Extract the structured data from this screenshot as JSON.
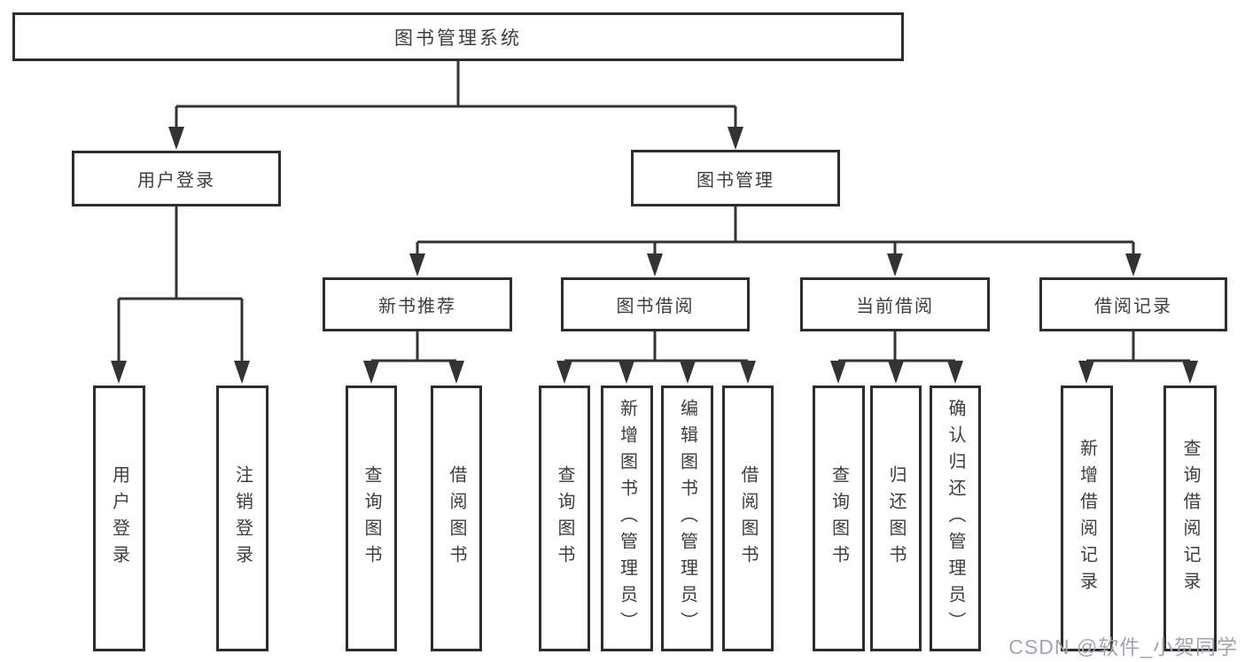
{
  "diagram": {
    "root": {
      "label": "图书管理系统"
    },
    "branches": [
      {
        "label": "用户登录",
        "children": [
          {
            "label": "用户登录"
          },
          {
            "label": "注销登录"
          }
        ]
      },
      {
        "label": "图书管理",
        "children": [
          {
            "label": "新书推荐",
            "children": [
              {
                "label": "查询图书"
              },
              {
                "label": "借阅图书"
              }
            ]
          },
          {
            "label": "图书借阅",
            "children": [
              {
                "label": "查询图书"
              },
              {
                "label": "新增图书（管理员）"
              },
              {
                "label": "编辑图书（管理员）"
              },
              {
                "label": "借阅图书"
              }
            ]
          },
          {
            "label": "当前借阅",
            "children": [
              {
                "label": "查询图书"
              },
              {
                "label": "归还图书"
              },
              {
                "label": "确认归还（管理员）"
              }
            ]
          },
          {
            "label": "借阅记录",
            "children": [
              {
                "label": "新增借阅记录"
              },
              {
                "label": "查询借阅记录"
              }
            ]
          }
        ]
      }
    ]
  },
  "watermark": {
    "text": "CSDN @软件_小贺同学"
  },
  "colors": {
    "line": "#333333",
    "box_border": "#2d2d2d",
    "box_fill": "#ffffff",
    "text": "#3d3d3d",
    "watermark": "#a2a6ac",
    "background": "#ffffff"
  }
}
